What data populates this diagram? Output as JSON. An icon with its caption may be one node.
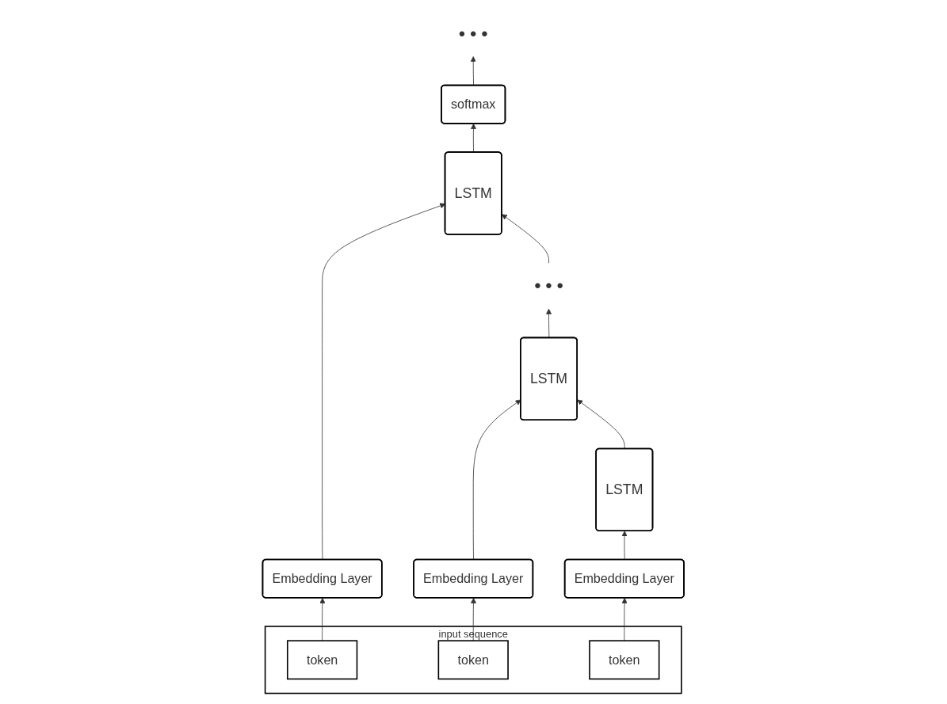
{
  "diagram": {
    "nodes": [
      {
        "text": [
          "input sequence"
        ]
      },
      {
        "text": [
          "token"
        ],
        "in": 0
      },
      {
        "text": [
          "token"
        ],
        "in": 0
      },
      {
        "text": [
          "token"
        ],
        "in": 0
      },
      {
        "text": [
          "Embedding Layer"
        ]
      },
      {
        "text": [
          "Embedding Layer"
        ]
      },
      {
        "text": [
          "Embedding Layer"
        ]
      },
      {
        "text": [
          "LSTM"
        ]
      },
      {
        "text": [
          "LSTM"
        ]
      },
      {
        "text": [
          "LSTM"
        ]
      },
      {
        "text": [
          "softmax"
        ]
      },
      {
        "text": [
          "• • •"
        ]
      },
      {
        "text": [
          "• • •"
        ]
      }
    ],
    "edges": [
      {
        "from": 1,
        "to": 4,
        "arrow": "to"
      },
      {
        "from": 2,
        "to": 5,
        "arrow": "to"
      },
      {
        "from": 3,
        "to": 6,
        "arrow": "to"
      },
      {
        "from": 4,
        "to": 7,
        "arrow": "to"
      },
      {
        "from": 5,
        "to": 8,
        "arrow": "to"
      },
      {
        "from": 6,
        "to": 9,
        "arrow": "to"
      },
      {
        "from": 7,
        "to": 8,
        "arrow": "to"
      },
      {
        "from": 8,
        "to": 11,
        "arrow": "to"
      },
      {
        "from": 11,
        "to": 9,
        "arrow": "to"
      },
      {
        "from": 9,
        "to": 10,
        "arrow": "to"
      },
      {
        "from": 10,
        "to": 12,
        "arrow": "to"
      }
    ]
  }
}
